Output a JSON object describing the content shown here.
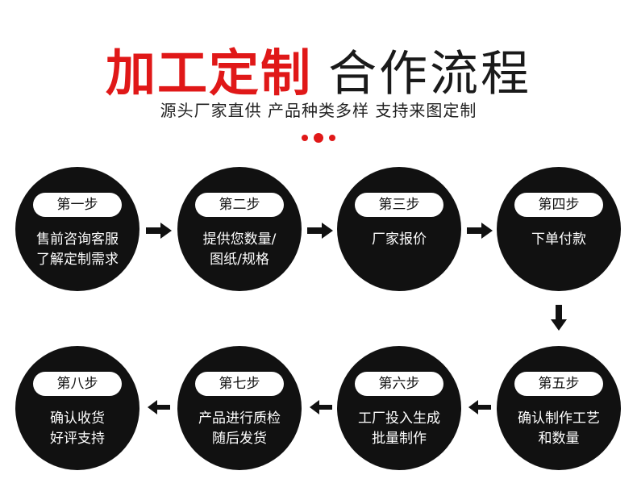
{
  "title": {
    "highlight": "加工定制",
    "rest": "合作流程"
  },
  "subtitle": "源头厂家直供 产品种类多样 支持来图定制",
  "colors": {
    "accent": "#e01818",
    "circle": "#111111",
    "text": "#1a1a1a"
  },
  "steps": [
    {
      "label": "第一步",
      "lines": [
        "售前咨询客服",
        "了解定制需求"
      ]
    },
    {
      "label": "第二步",
      "lines": [
        "提供您数量/",
        "图纸/规格"
      ]
    },
    {
      "label": "第三步",
      "lines": [
        "厂家报价"
      ]
    },
    {
      "label": "第四步",
      "lines": [
        "下单付款"
      ]
    },
    {
      "label": "第五步",
      "lines": [
        "确认制作工艺",
        "和数量"
      ]
    },
    {
      "label": "第六步",
      "lines": [
        "工厂投入生成",
        "批量制作"
      ]
    },
    {
      "label": "第七步",
      "lines": [
        "产品进行质检",
        "随后发货"
      ]
    },
    {
      "label": "第八步",
      "lines": [
        "确认收货",
        "好评支持"
      ]
    }
  ]
}
